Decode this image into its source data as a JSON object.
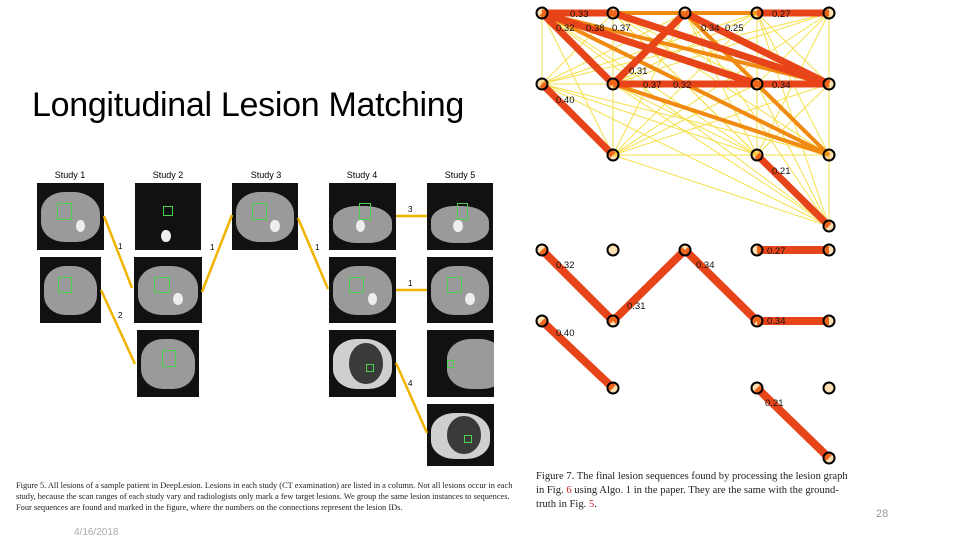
{
  "slide": {
    "title": "Longitudinal Lesion Matching",
    "date": "4/16/2018",
    "page_number": "28"
  },
  "figure5": {
    "studies": [
      "Study 1",
      "Study 2",
      "Study 3",
      "Study 4",
      "Study 5"
    ],
    "connection_labels": [
      "1",
      "2",
      "1",
      "1",
      "3",
      "1",
      "4"
    ],
    "caption": "Figure 5. All lesions of a sample patient in DeepLesion. Lesions in each study (CT examination) are listed in a column. Not all lesions occur in each study, because the scan ranges of each study vary and radiologists only mark a few target lesions. We group the same lesion instances to sequences. Four sequences are found and marked in the figure, where the numbers on the connections represent the lesion IDs."
  },
  "lesion_graph": {
    "edge_labels": [
      "0.33",
      "0.32",
      "0.38",
      "0.37",
      "0.34",
      "0.25",
      "0.27",
      "0.31",
      "0.37",
      "0.32",
      "0.34",
      "0.40",
      "0.21"
    ]
  },
  "final_sequences": {
    "edge_labels": [
      "0.32",
      "0.31",
      "0.34",
      "0.27",
      "0.34",
      "0.40",
      "0.21"
    ]
  },
  "figure7": {
    "caption_part1": "Figure 7. The final lesion sequences found by processing the lesion graph in Fig. ",
    "ref_fig6": "6",
    "caption_part2": " using Algo. 1 in the paper. They are the same with the ground-truth in Fig. ",
    "ref_fig5": "5",
    "caption_end": "."
  },
  "colors": {
    "strong_edge": "#e8441a",
    "mid_edge": "#f08a10",
    "weak_edge": "#f5e04a",
    "connector": "#f0b400"
  }
}
